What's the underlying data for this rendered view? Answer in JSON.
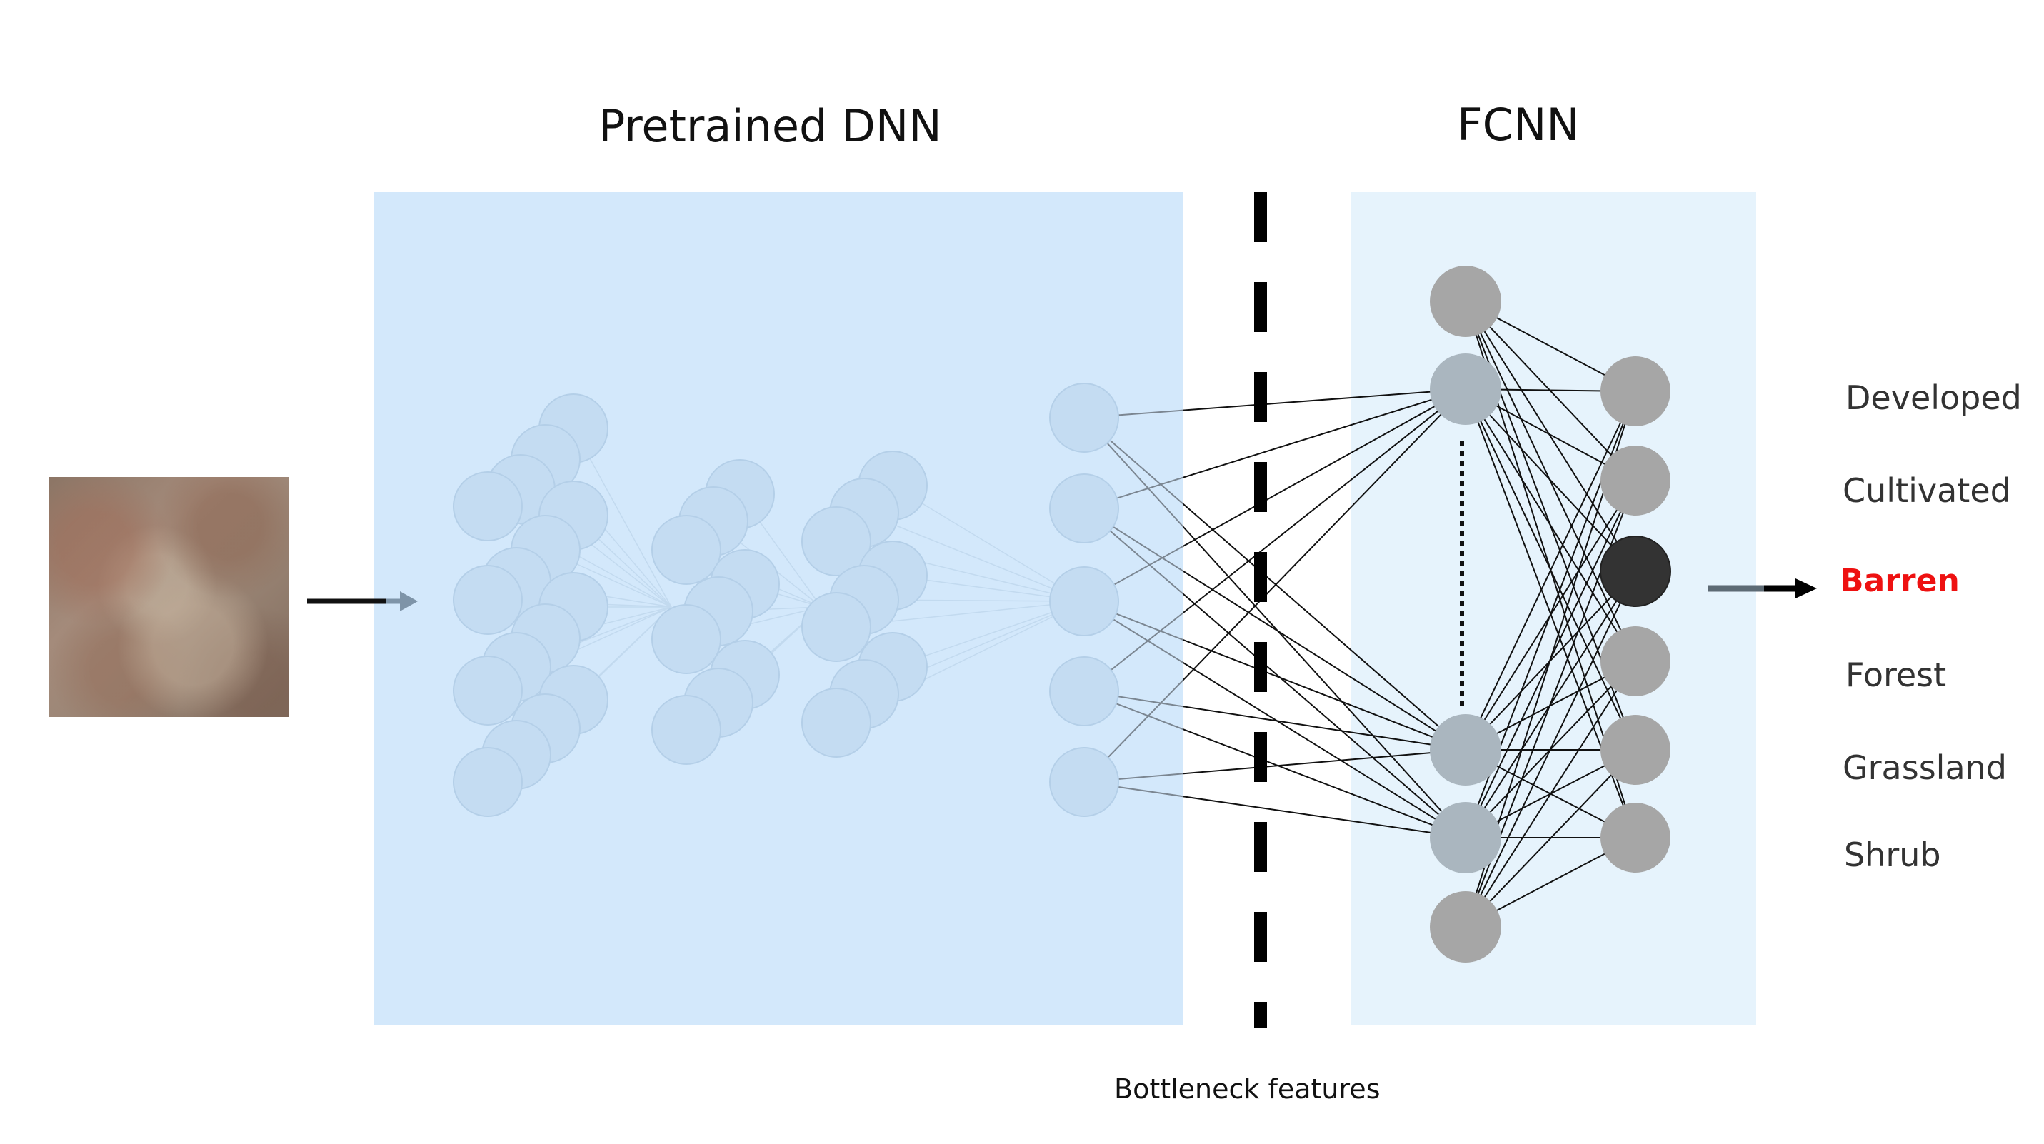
{
  "titles": {
    "pretrained": "Pretrained DNN",
    "fcnn": "FCNN"
  },
  "caption": "Bottleneck features",
  "output_labels": [
    "Developed",
    "Cultivated",
    "Barren",
    "Forest",
    "Grassland",
    "Shrub"
  ],
  "predicted_label": "Barren",
  "colors": {
    "pretrained_panel": "#d3e8fb",
    "fcnn_panel": "#e6f3fc",
    "faded_node": "#c4dcf2",
    "bottleneck_node": "#aab6bf",
    "gray_node": "#a6a6a6",
    "active_node": "#333333",
    "predicted_text": "#ee1111"
  }
}
